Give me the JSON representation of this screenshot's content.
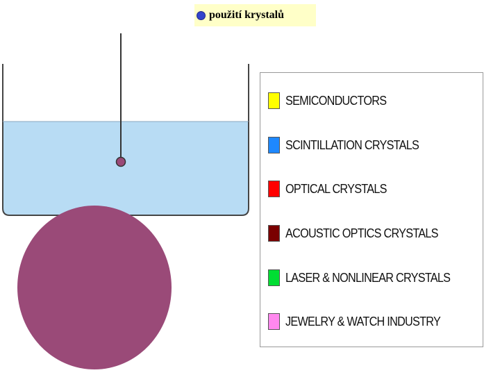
{
  "title": {
    "text": "použití krystalů",
    "bullet_icon": "blue-dot-icon",
    "background": "#ffffc8",
    "bullet_color": "#3344cc"
  },
  "diagram": {
    "liquid_color": "#b8dcf4",
    "crystal_color": "#9a4a78",
    "seed_color": "#9a4a78"
  },
  "legend": {
    "items": [
      {
        "label": "SEMICONDUCTORS",
        "color": "#ffff00"
      },
      {
        "label": "SCINTILLATION CRYSTALS",
        "color": "#1e88ff"
      },
      {
        "label": "OPTICAL CRYSTALS",
        "color": "#ff0000"
      },
      {
        "label": "ACOUSTIC OPTICS CRYSTALS",
        "color": "#7a0000"
      },
      {
        "label": "LASER & NONLINEAR CRYSTALS",
        "color": "#00dd33"
      },
      {
        "label": "JEWELRY & WATCH INDUSTRY",
        "color": "#ff88ee"
      }
    ]
  }
}
